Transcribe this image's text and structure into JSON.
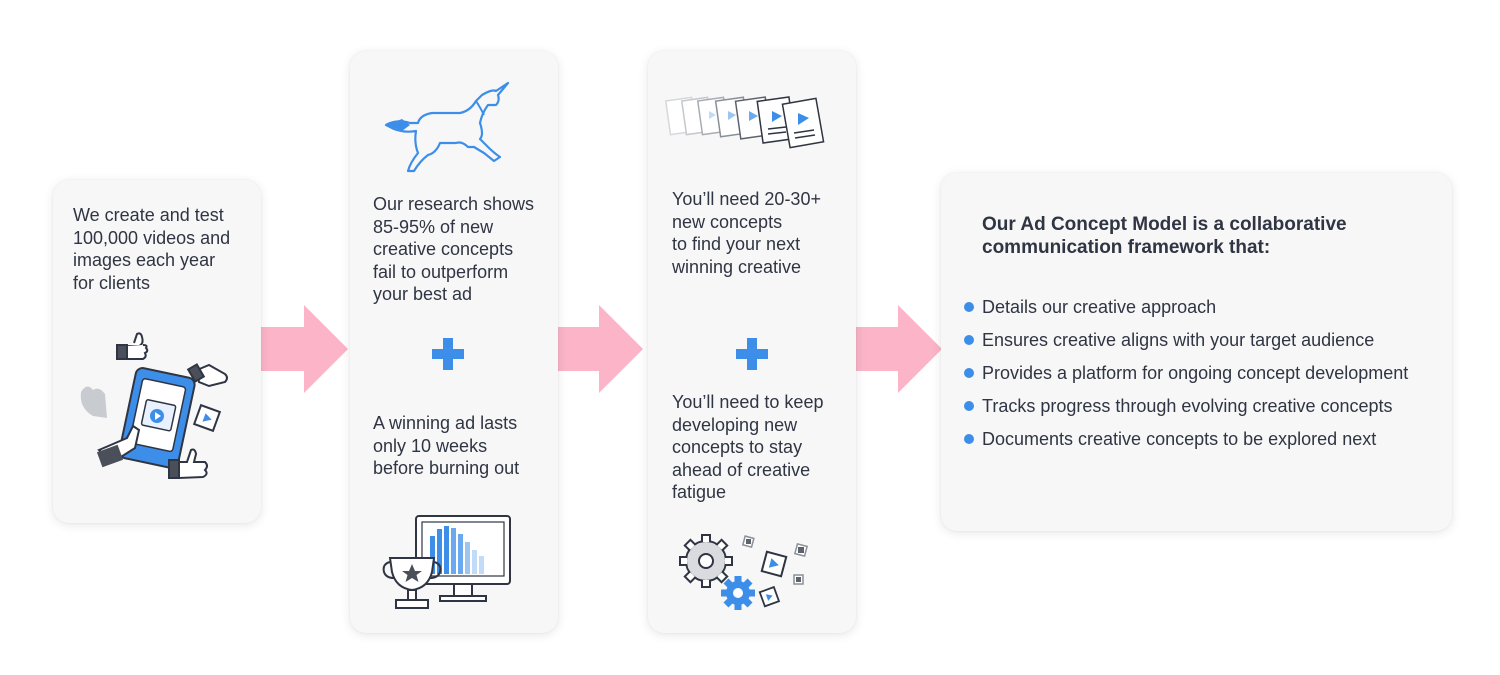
{
  "colors": {
    "accent_blue": "#3d8ee8",
    "arrow_pink": "#fbb4c8",
    "card_bg": "#f7f7f8",
    "text": "#2f3542"
  },
  "step1": {
    "text": "We create and test\n100,000 videos and\nimages each year\nfor clients",
    "illustration": "hand-holding-tablet-with-thumbs-up-icons"
  },
  "step2": {
    "text_top": "Our research shows\n85-95% of new\ncreative concepts\nfail to outperform\nyour best ad",
    "text_bottom": "A winning ad lasts\nonly 10 weeks\nbefore burning out",
    "illustration_top": "unicorn-icon",
    "illustration_bottom": "trophy-and-bar-chart-monitor-icon"
  },
  "step3": {
    "text_top": "You’ll need 20-30+\nnew concepts\nto find your next\nwinning creative",
    "text_bottom": "You’ll need to keep\ndeveloping new\nconcepts to stay\nahead of creative\nfatigue",
    "illustration_top": "stack-of-documents-icon",
    "illustration_bottom": "gears-icon"
  },
  "summary": {
    "title": "Our Ad Concept Model is a collaborative\ncommunication framework that:",
    "bullets": [
      "Details our creative approach",
      "Ensures creative aligns with your target audience",
      "Provides a platform for ongoing concept development",
      "Tracks progress through evolving creative concepts",
      "Documents creative concepts to be explored next"
    ]
  }
}
